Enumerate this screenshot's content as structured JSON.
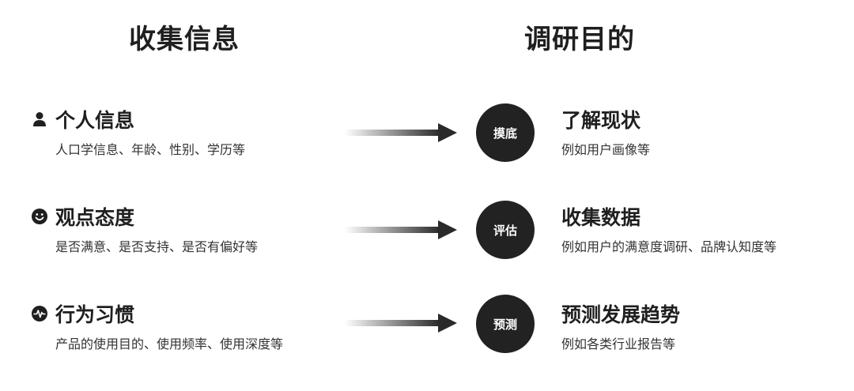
{
  "headers": {
    "left": "收集信息",
    "right": "调研目的"
  },
  "colors": {
    "circle": "#222222",
    "arrow_start": "#ffffff",
    "arrow_end": "#2a2a2a",
    "text": "#1f1f1f"
  },
  "rows": [
    {
      "icon": "person-icon",
      "title": "个人信息",
      "desc": "人口学信息、年龄、性别、学历等",
      "circle": "摸底",
      "goal_title": "了解现状",
      "goal_desc": "例如用户画像等"
    },
    {
      "icon": "smiley-icon",
      "title": "观点态度",
      "desc": "是否满意、是否支持、是否有偏好等",
      "circle": "评估",
      "goal_title": "收集数据",
      "goal_desc": "例如用户的满意度调研、品牌认知度等"
    },
    {
      "icon": "activity-icon",
      "title": "行为习惯",
      "desc": "产品的使用目的、使用频率、使用深度等",
      "circle": "预测",
      "goal_title": "预测发展趋势",
      "goal_desc": "例如各类行业报告等"
    }
  ]
}
